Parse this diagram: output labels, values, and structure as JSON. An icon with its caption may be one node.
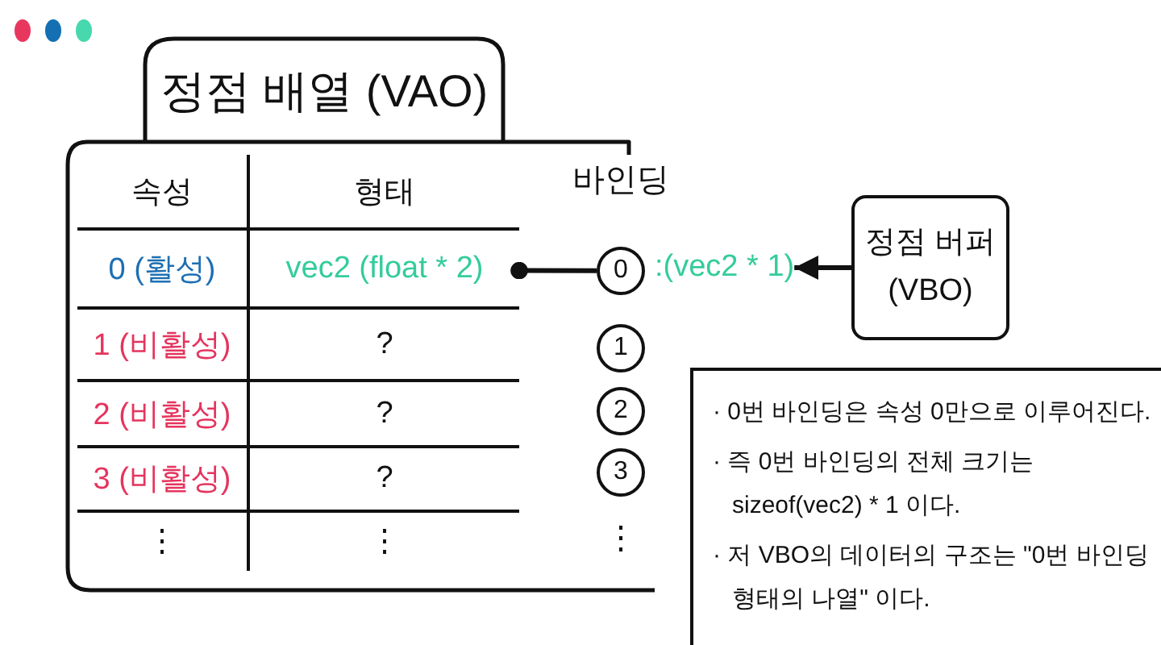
{
  "diagram": {
    "nodes": [
      {
        "text": [
          "정점 배열 (VAO)"
        ]
      },
      {
        "text": [
          "속성"
        ],
        "in": 0
      },
      {
        "text": [
          "형태"
        ],
        "in": 0
      },
      {
        "text": [
          "0 (활성)"
        ],
        "in": 0
      },
      {
        "text": [
          "vec2 (float * 2)"
        ],
        "in": 0
      },
      {
        "text": [
          "1 (비활성)"
        ],
        "in": 0
      },
      {
        "text": [
          "?"
        ],
        "in": 0
      },
      {
        "text": [
          "2 (비활성)"
        ],
        "in": 0
      },
      {
        "text": [
          "?"
        ],
        "in": 0
      },
      {
        "text": [
          "3 (비활성)"
        ],
        "in": 0
      },
      {
        "text": [
          "?"
        ],
        "in": 0
      },
      {
        "text": [
          "⋮"
        ],
        "in": 0
      },
      {
        "text": [
          "⋮"
        ],
        "in": 0
      },
      {
        "text": [
          "0"
        ],
        "in": 0
      },
      {
        "text": [
          ":(vec2 * 1)"
        ]
      },
      {
        "text": [
          "정점 버퍼 (VBO)"
        ]
      },
      {
        "text": [
          "1"
        ],
        "in": 0
      },
      {
        "text": [
          "2"
        ],
        "in": 0
      },
      {
        "text": [
          "3"
        ],
        "in": 0
      },
      {
        "text": [
          "· 0번 바인딩은 속성 0만으로 이루어진다.",
          "· 즉 0번 바인딩의 전체 크기는 sizeof(vec2) * 1 이다.",
          "· 저 VBO의 데이터의 구조는 \"0번 바인딩 형태의 나열\" 이다."
        ]
      }
    ],
    "edges": [
      {
        "from": 4,
        "to": 13,
        "arrow": "other"
      },
      {
        "from": 15,
        "to": 14,
        "arrow": "to"
      }
    ],
    "labels": [
      "바인딩",
      "⋮"
    ]
  }
}
